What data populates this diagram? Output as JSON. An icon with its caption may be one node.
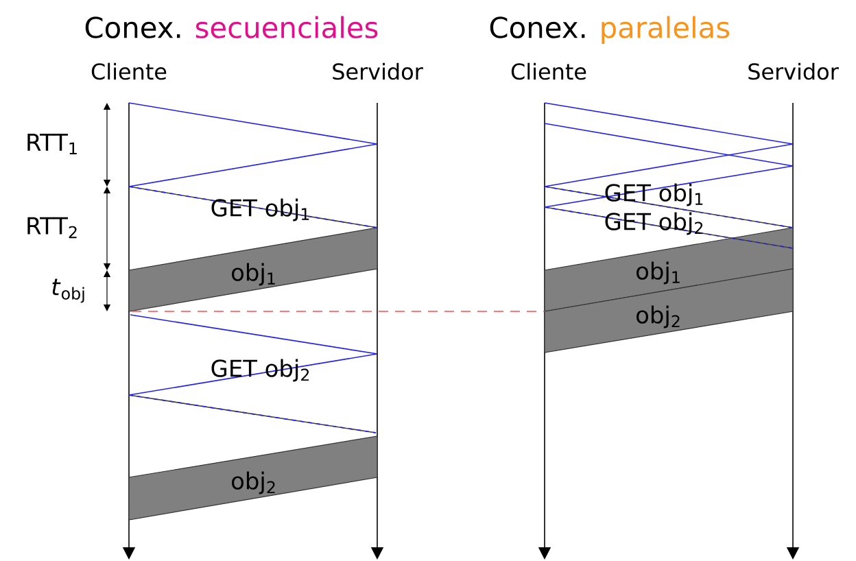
{
  "diagram": {
    "labels": [
      "Conex.",
      "secuenciales",
      "Conex.",
      "paralelas",
      "Cliente",
      "Servidor",
      "Cliente",
      "Servidor",
      "RTT$_{1}$",
      "GET obj$_{1}$",
      "RTT$_{2}$",
      "obj$_{1}$",
      "*t*$_{obj}$",
      "GET obj$_{2}$",
      "obj$_{2}$",
      "GET obj$_{1}$",
      "GET obj$_{2}$",
      "obj$_{1}$",
      "obj$_{2}$"
    ]
  }
}
